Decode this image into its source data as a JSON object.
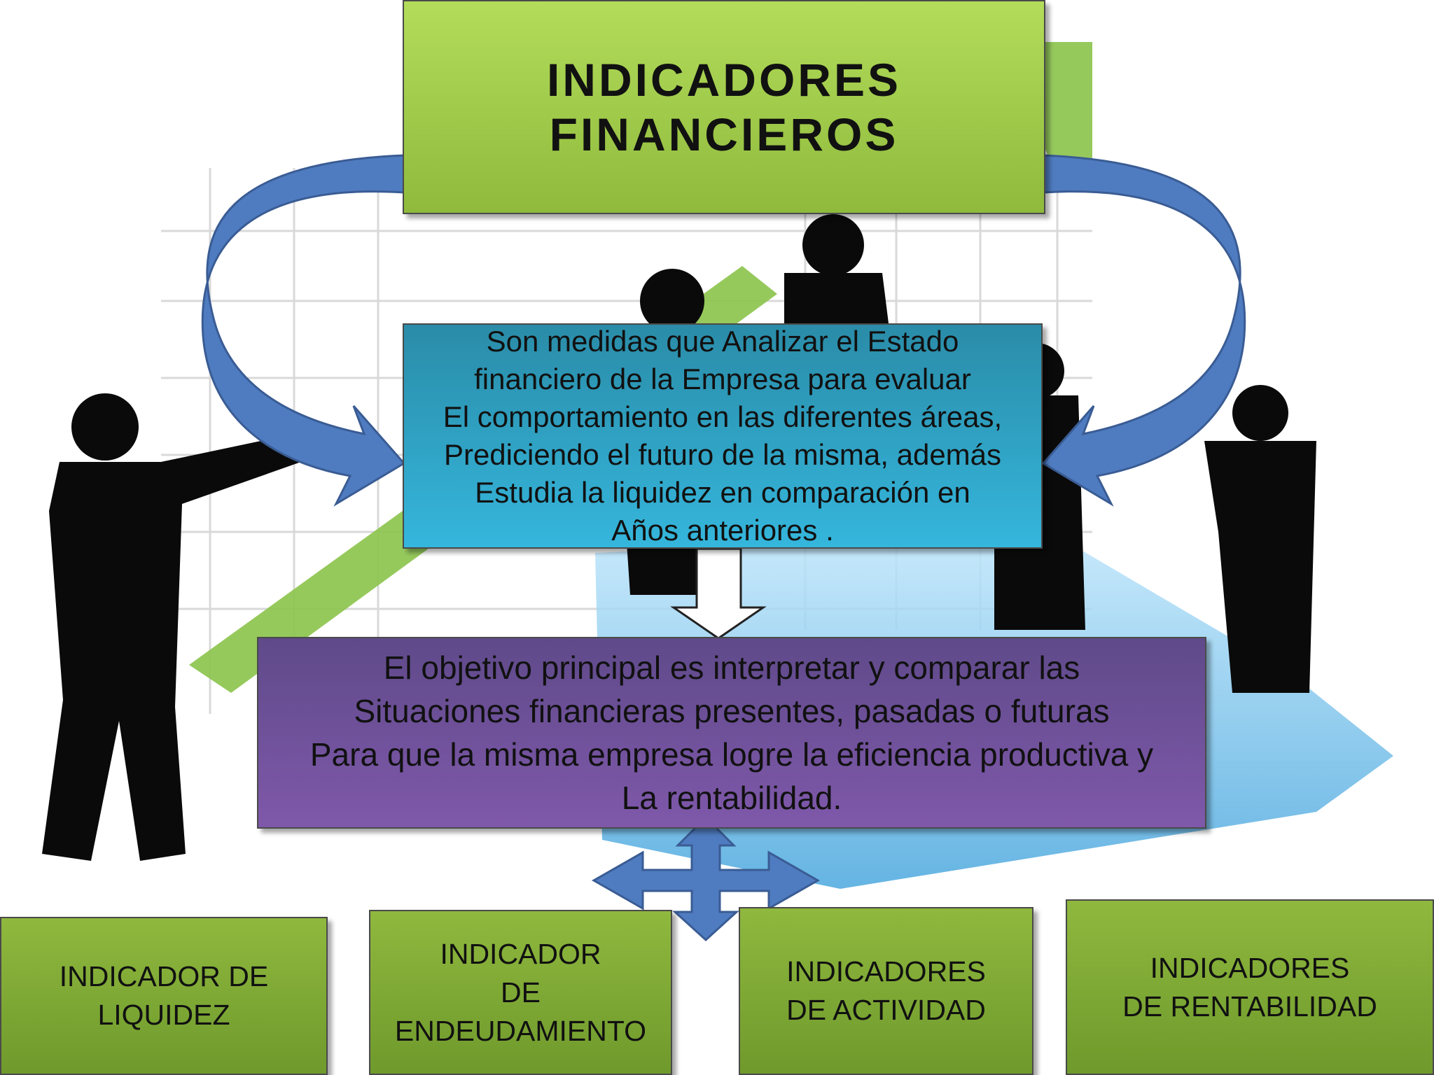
{
  "title": {
    "lines": [
      "INDICADORES",
      "FINANCIEROS"
    ]
  },
  "definition": {
    "lines": [
      "Son medidas que Analizar el Estado",
      "financiero de la Empresa para evaluar",
      "El comportamiento en las diferentes áreas,",
      "Prediciendo el futuro de la misma, además",
      "Estudia la liquidez en comparación en",
      "Años anteriores ."
    ]
  },
  "objective": {
    "lines": [
      "El objetivo principal es interpretar y comparar las",
      "Situaciones financieras presentes, pasadas o futuras",
      "Para que la misma empresa logre la eficiencia productiva y",
      "La rentabilidad."
    ]
  },
  "indicators": [
    {
      "lines": [
        "INDICADOR DE",
        "LIQUIDEZ"
      ]
    },
    {
      "lines": [
        "INDICADOR",
        "DE",
        "ENDEUDAMIENTO"
      ]
    },
    {
      "lines": [
        "INDICADORES",
        "DE ACTIVIDAD"
      ]
    },
    {
      "lines": [
        "INDICADORES",
        "DE RENTABILIDAD"
      ]
    }
  ],
  "colors": {
    "green_box": "#9cc74a",
    "cyan_box": "#2ea3c6",
    "purple_box": "#6f51a0",
    "blue_arrow": "#4f7cc0",
    "silhouette": "#0a0a0a"
  }
}
